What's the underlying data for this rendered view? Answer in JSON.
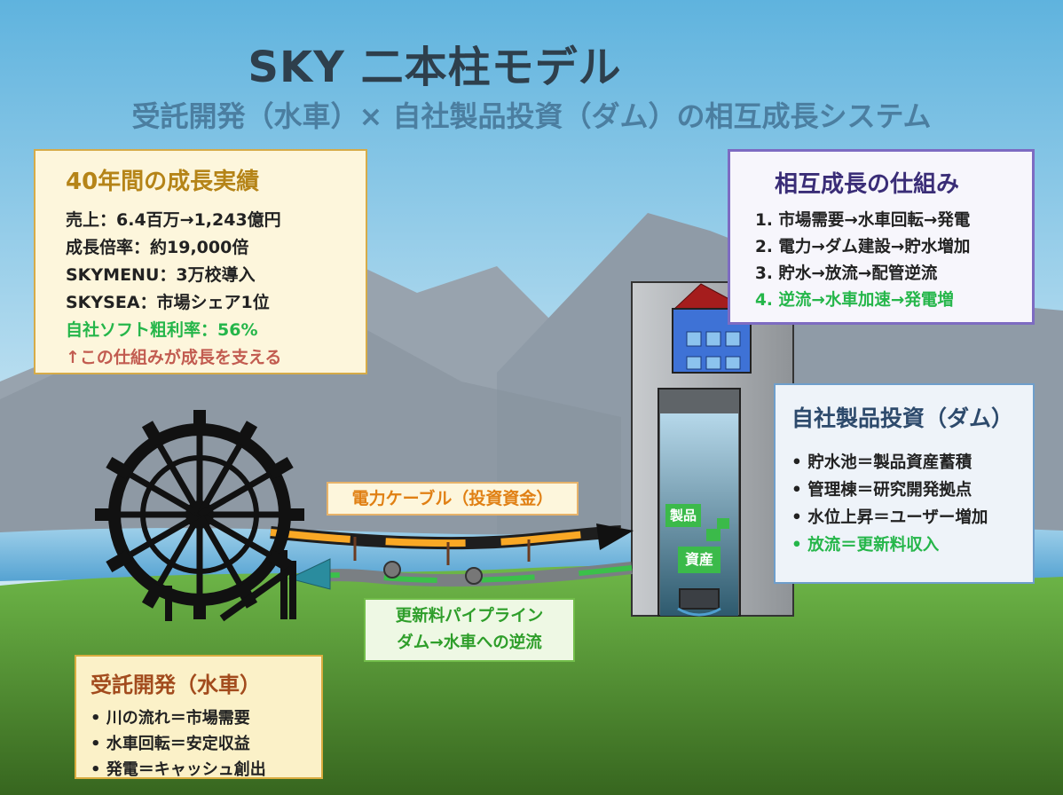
{
  "header": {
    "title": "SKY 二本柱モデル",
    "subtitle": "受託開発（水車）× 自社製品投資（ダム）の相互成長システム"
  },
  "growth": {
    "title": "40年間の成長実績",
    "items": [
      "売上：6.4百万→1,243億円",
      "成長倍率：約19,000倍",
      "SKYMENU：3万校導入",
      "SKYSEA：市場シェア1位",
      "自社ソフト粗利率：56%",
      "↑この仕組みが成長を支える"
    ]
  },
  "mechanism": {
    "title": "相互成長の仕組み",
    "items": [
      "1. 市場需要→水車回転→発電",
      "2. 電力→ダム建設→貯水増加",
      "3. 貯水→放流→配管逆流",
      "4. 逆流→水車加速→発電増"
    ]
  },
  "product": {
    "title": "自社製品投資（ダム）",
    "items": [
      "• 貯水池＝製品資産蓄積",
      "• 管理棟＝研究開発拠点",
      "• 水位上昇＝ユーザー増加",
      "• 放流＝更新料収入"
    ]
  },
  "contract": {
    "title": "受託開発（水車）",
    "items": [
      "• 川の流れ＝市場需要",
      "• 水車回転＝安定収益",
      "• 発電＝キャッシュ創出"
    ]
  },
  "cable": {
    "label": "電力ケーブル（投資資金）"
  },
  "pipeline": {
    "line1": "更新料パイプライン",
    "line2": "ダム→水車への逆流"
  },
  "dam": {
    "badge_product": "製品",
    "badge_asset": "資産"
  },
  "colors": {
    "sky_top": "#67b6df",
    "mountain": "#9aa6b2",
    "grass": "#5ea83c",
    "accent_green": "#25b64a",
    "cable_orange": "#f9a825",
    "dam_gray": "#b9bcc0"
  }
}
